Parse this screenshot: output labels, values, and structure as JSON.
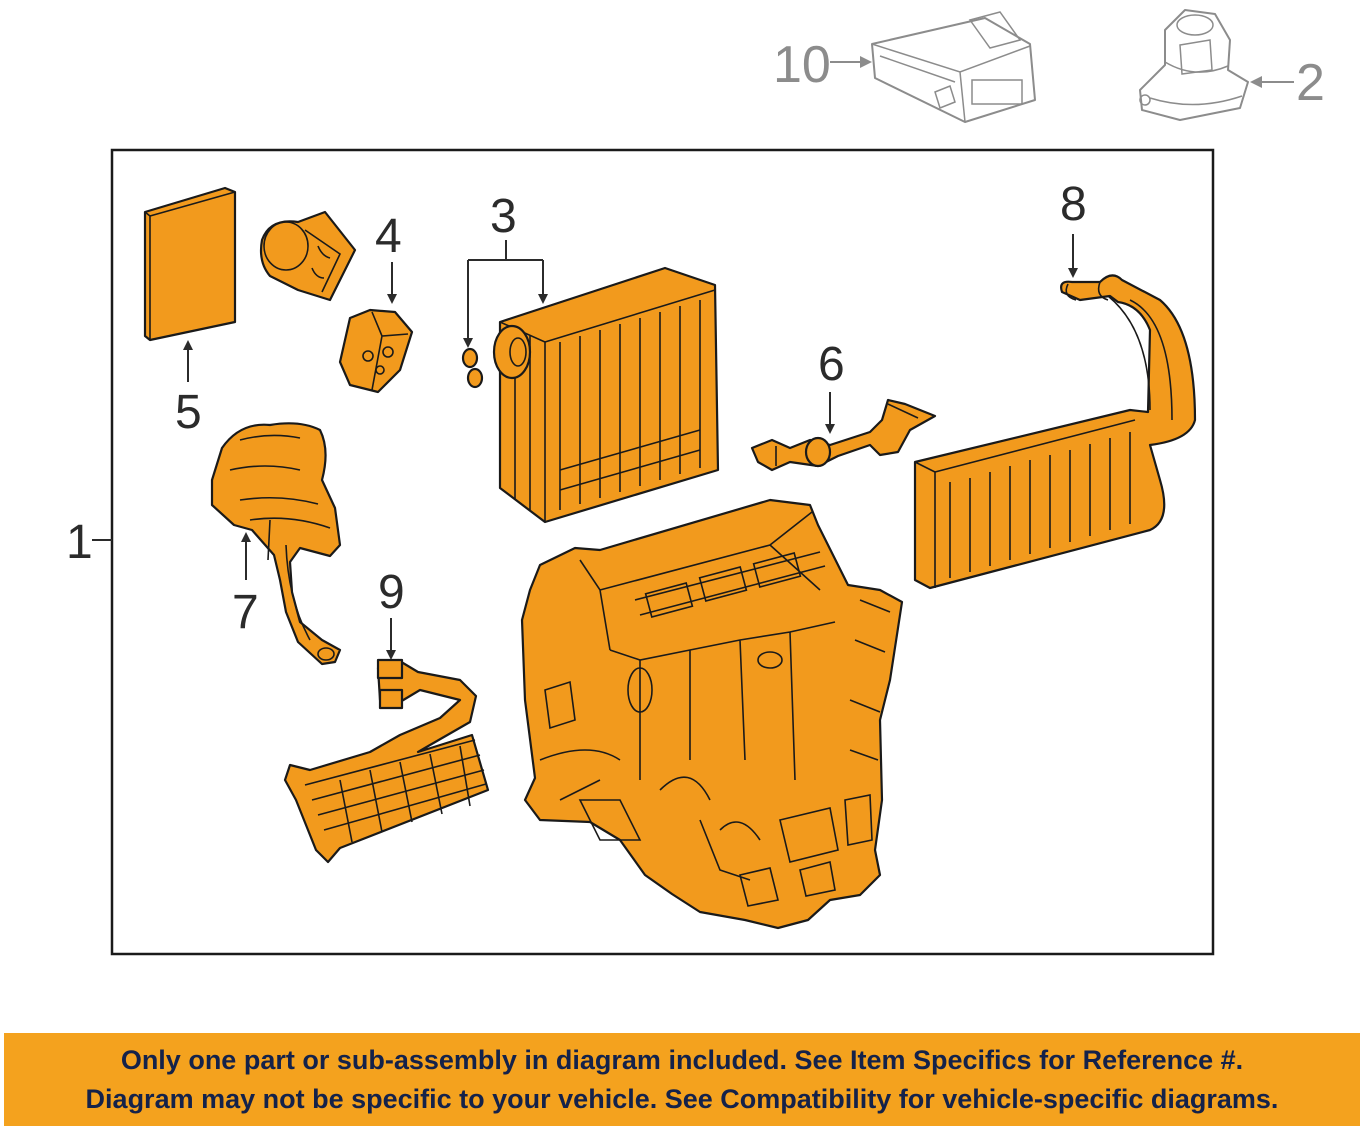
{
  "callouts": {
    "c1": "1",
    "c2": "2",
    "c3": "3",
    "c4": "4",
    "c5": "5",
    "c6": "6",
    "c7": "7",
    "c8": "8",
    "c9": "9",
    "c10": "10"
  },
  "banner": {
    "line1": "Only one part or sub-assembly in diagram included. See Item Specifics for Reference #.",
    "line2": "Diagram may not be specific to your vehicle. See Compatibility for vehicle-specific diagrams."
  },
  "colors": {
    "part_fill": "#f29a1d",
    "banner_bg": "#f4a21e",
    "banner_text": "#14224a",
    "ghost_stroke": "#8c8c8c"
  }
}
